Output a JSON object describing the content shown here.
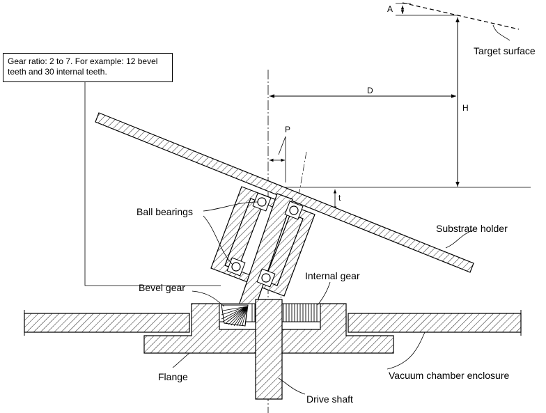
{
  "note": "Gear ratio: 2 to 7. For example: 12 bevel teeth and 30 internal teeth.",
  "labels": {
    "target_surface": "Target surface",
    "substrate_holder": "Substrate holder",
    "ball_bearings": "Ball bearings",
    "internal_gear": "Internal gear",
    "bevel_gear": "Bevel gear",
    "flange": "Flange",
    "vacuum_chamber": "Vacuum chamber enclosure",
    "drive_shaft": "Drive shaft"
  },
  "dimensions": {
    "A": "A",
    "D": "D",
    "H": "H",
    "P": "P",
    "t": "t"
  }
}
